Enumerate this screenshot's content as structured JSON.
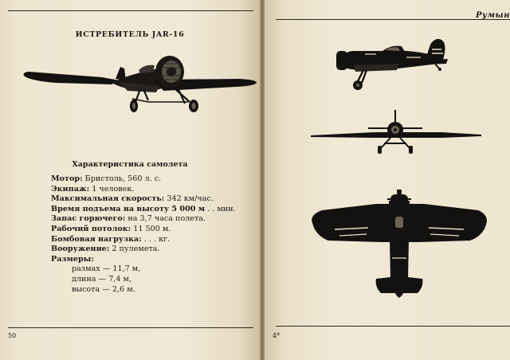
{
  "left_page": {
    "title": "ИСТРЕБИТЕЛЬ JAR-16",
    "section_heading": "Характеристика самолета",
    "specs": [
      {
        "label": "Мотор:",
        "value": " Бристоль, 560 л. с."
      },
      {
        "label": "Экипаж:",
        "value": " 1 человек."
      },
      {
        "label": "Максимальная скорость:",
        "value": " 342 км/час."
      },
      {
        "label": "Время подъема на высоту 5 000 м",
        "value": " . . мин."
      },
      {
        "label": "Запас горючего:",
        "value": " на 3,7 часа полета."
      },
      {
        "label": "Рабочий потолок:",
        "value": " 11 500 м."
      },
      {
        "label": "Бомбовая нагрузка:",
        "value": " . . . кг."
      },
      {
        "label": "Вооружение:",
        "value": " 2 пулемета."
      }
    ],
    "dimensions_heading": "Размеры:",
    "dimensions": [
      "размах — 11,7 м,",
      "длина — 7,4 м,",
      "высота — 2,6 м."
    ],
    "page_number": "50"
  },
  "right_page": {
    "running_head": "Румын",
    "page_number": "4*"
  }
}
